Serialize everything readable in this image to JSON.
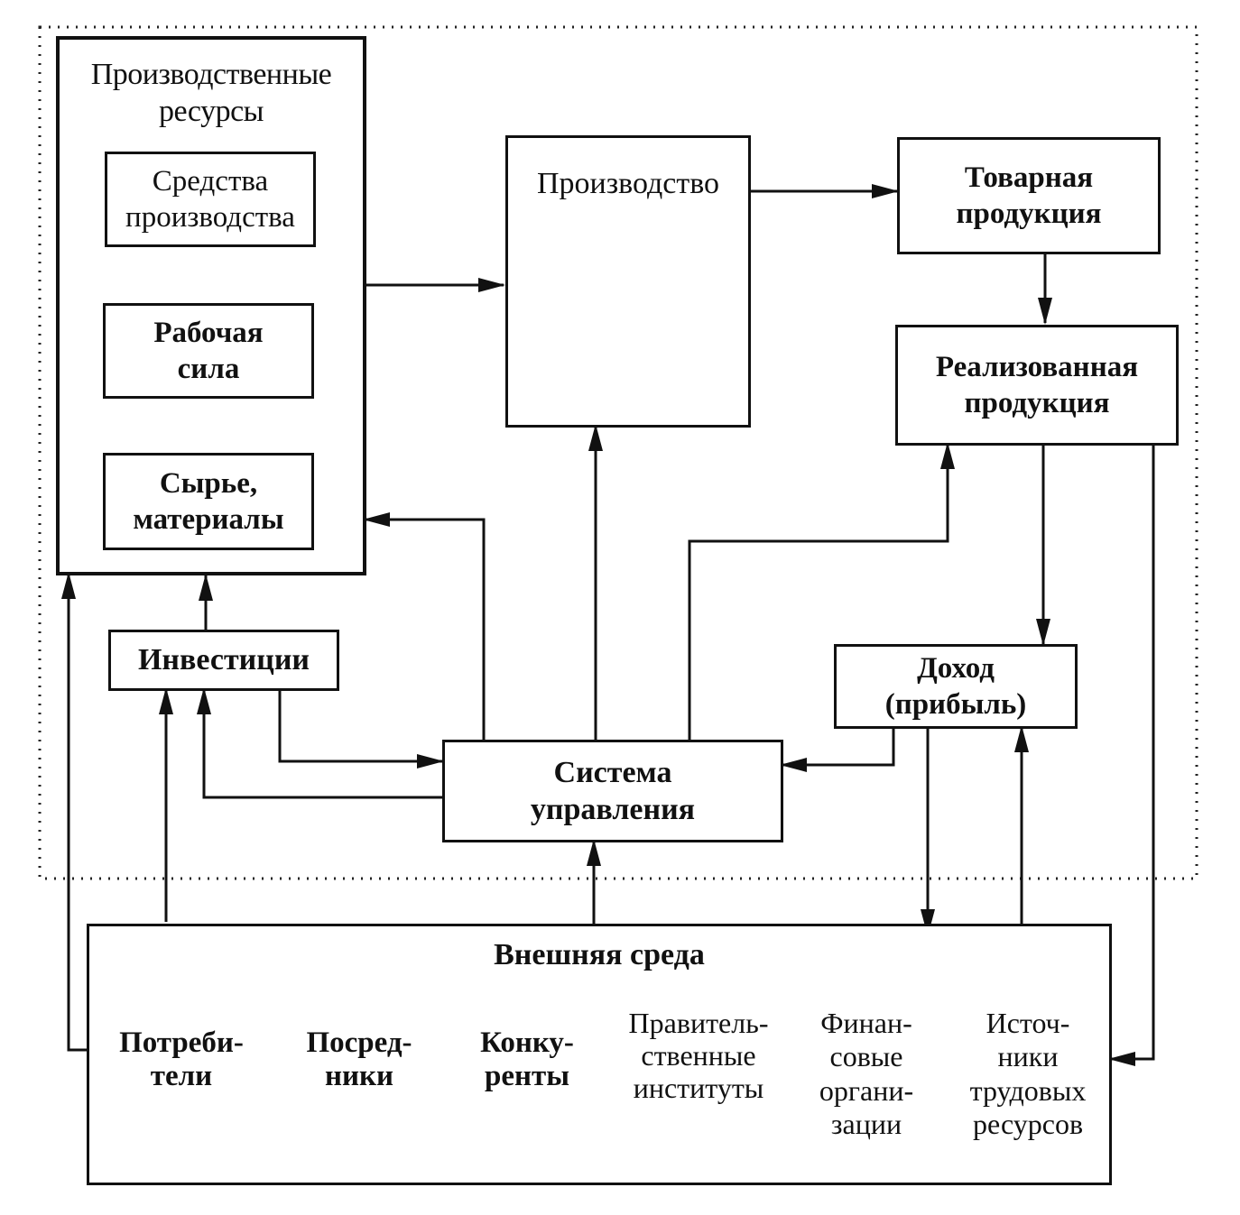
{
  "production_resources": {
    "title": "Производственные\nресурсы",
    "means_of_production": "Средства\nпроизводства",
    "labor_force": "Рабочая\nсила",
    "raw_materials": "Сырье,\nматериалы"
  },
  "production": "Производство",
  "commodity_output": "Товарная\nпродукция",
  "sold_output": "Реализованная\nпродукция",
  "investments": "Инвестиции",
  "income": "Доход\n(прибыль)",
  "management_system": "Система\nуправления",
  "environment": {
    "title": "Внешняя среда",
    "cells": [
      "Потреби-\nтели",
      "Посред-\nники",
      "Конку-\nренты",
      "Правитель-\nственные\nинституты",
      "Финан-\nсовые\nоргани-\nзации",
      "Источ-\nники\nтрудовых\nресурсов"
    ]
  }
}
